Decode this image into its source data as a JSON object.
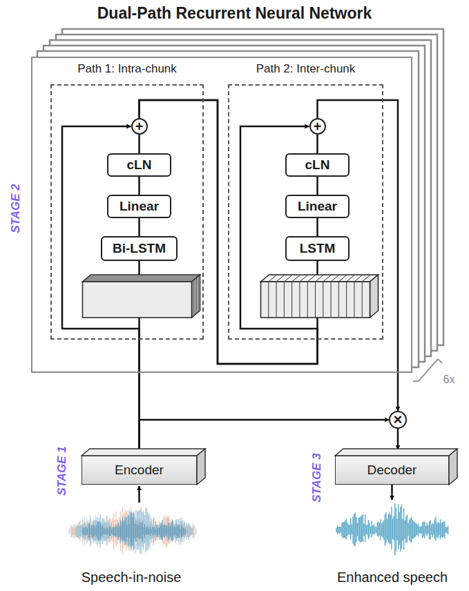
{
  "diagram": {
    "title": "Dual-Path Recurrent Neural Network",
    "nodes": [
      {
        "text": [
          "STAGE 2"
        ]
      },
      {
        "text": [
          "Path 1: Intra-chunk"
        ],
        "in": 0
      },
      {
        "text": [
          "+"
        ],
        "in": 1
      },
      {
        "text": [
          "cLN"
        ],
        "in": 1
      },
      {
        "text": [
          "Linear"
        ],
        "in": 1
      },
      {
        "text": [
          "Bi-LSTM"
        ],
        "in": 1
      },
      {
        "text": [
          "Path 2: Inter-chunk"
        ],
        "in": 0
      },
      {
        "text": [
          "+"
        ],
        "in": 6
      },
      {
        "text": [
          "cLN"
        ],
        "in": 6
      },
      {
        "text": [
          "Linear"
        ],
        "in": 6
      },
      {
        "text": [
          "LSTM"
        ],
        "in": 6
      },
      {
        "text": [
          "×"
        ]
      },
      {
        "text": [
          "Encoder"
        ]
      },
      {
        "text": [
          "Decoder"
        ]
      }
    ],
    "edges": [
      {
        "from": 12,
        "to": 5,
        "arrow": "none"
      },
      {
        "from": 5,
        "to": 4,
        "arrow": "none"
      },
      {
        "from": 4,
        "to": 3,
        "arrow": "none"
      },
      {
        "from": 3,
        "to": 2,
        "arrow": "none"
      },
      {
        "from": 12,
        "to": 2,
        "arrow": "to"
      },
      {
        "from": 2,
        "to": 10,
        "arrow": "none"
      },
      {
        "from": 2,
        "to": 7,
        "arrow": "to"
      },
      {
        "from": 10,
        "to": 9,
        "arrow": "none"
      },
      {
        "from": 9,
        "to": 8,
        "arrow": "none"
      },
      {
        "from": 8,
        "to": 7,
        "arrow": "none"
      },
      {
        "from": 7,
        "to": 11,
        "arrow": "to"
      },
      {
        "from": 12,
        "to": 11,
        "arrow": "to"
      },
      {
        "from": 11,
        "to": 13,
        "arrow": "to"
      }
    ],
    "labels": [
      "STAGE 1",
      "STAGE 3",
      "6x",
      "Speech-in-noise",
      "Enhanced speech"
    ]
  }
}
